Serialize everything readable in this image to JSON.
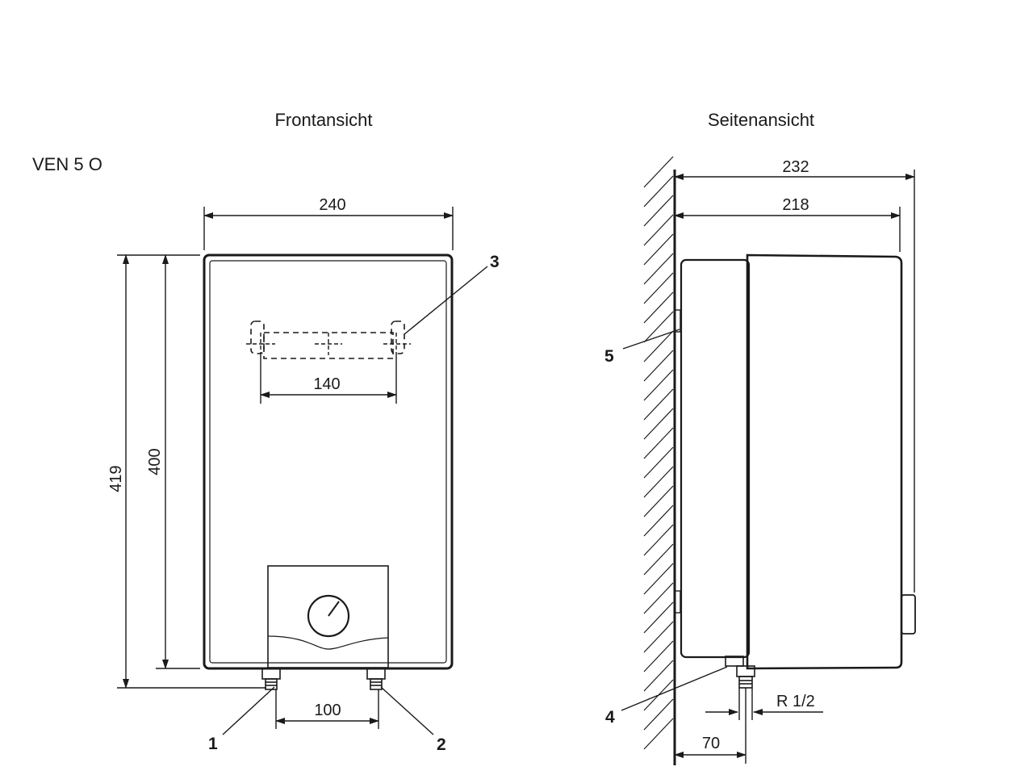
{
  "views": {
    "front_title": "Frontansicht",
    "side_title": "Seitenansicht"
  },
  "model": "VEN 5 O",
  "front": {
    "dim_width": "240",
    "dim_height_total": "419",
    "dim_height_body": "400",
    "dim_bracket": "140",
    "dim_pipes": "100"
  },
  "side": {
    "dim_depth_total": "232",
    "dim_depth_body": "218",
    "dim_offset": "70",
    "thread": "R 1/2"
  },
  "callouts": [
    "1",
    "2",
    "3",
    "4",
    "5"
  ]
}
